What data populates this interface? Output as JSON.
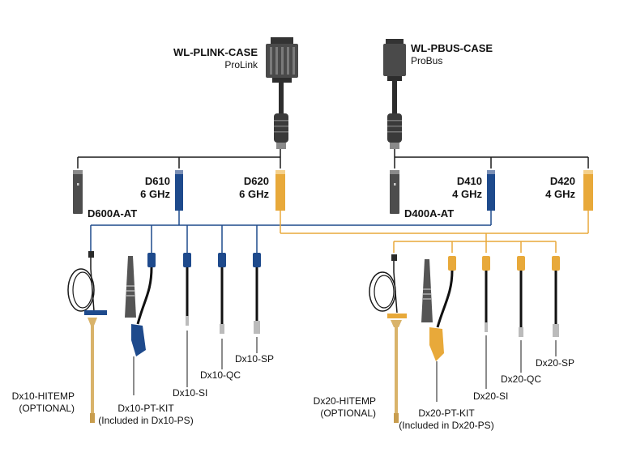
{
  "interfaces": {
    "plink": {
      "model": "WL-PLINK-CASE",
      "name": "ProLink"
    },
    "pbus": {
      "model": "WL-PBUS-CASE",
      "name": "ProBus"
    }
  },
  "modules": {
    "d600a": "D600A-AT",
    "d610_model": "D610",
    "d610_freq": "6 GHz",
    "d620_model": "D620",
    "d620_freq": "6 GHz",
    "d400a": "D400A-AT",
    "d410_model": "D410",
    "d410_freq": "4 GHz",
    "d420_model": "D420",
    "d420_freq": "4 GHz"
  },
  "probes": {
    "dx10_hitemp": "Dx10-HITEMP",
    "dx10_hitemp_note": "(OPTIONAL)",
    "dx10_ptkit": "Dx10-PT-KIT",
    "dx10_ptkit_note": "(Included in Dx10-PS)",
    "dx10_si": "Dx10-SI",
    "dx10_qc": "Dx10-QC",
    "dx10_sp": "Dx10-SP",
    "dx20_hitemp": "Dx20-HITEMP",
    "dx20_hitemp_note": "(OPTIONAL)",
    "dx20_ptkit": "Dx20-PT-KIT",
    "dx20_ptkit_note": "(Included in Dx20-PS)",
    "dx20_si": "Dx20-SI",
    "dx20_qc": "Dx20-QC",
    "dx20_sp": "Dx20-SP"
  },
  "colors": {
    "line": "#1a1a1a",
    "blue": "#1e4a8c",
    "blue_dark": "#0f2f66",
    "gold": "#e8a93a",
    "gold_dark": "#c88a1e",
    "tan": "#d9b36a",
    "device_gray": "#5a5a5a"
  }
}
